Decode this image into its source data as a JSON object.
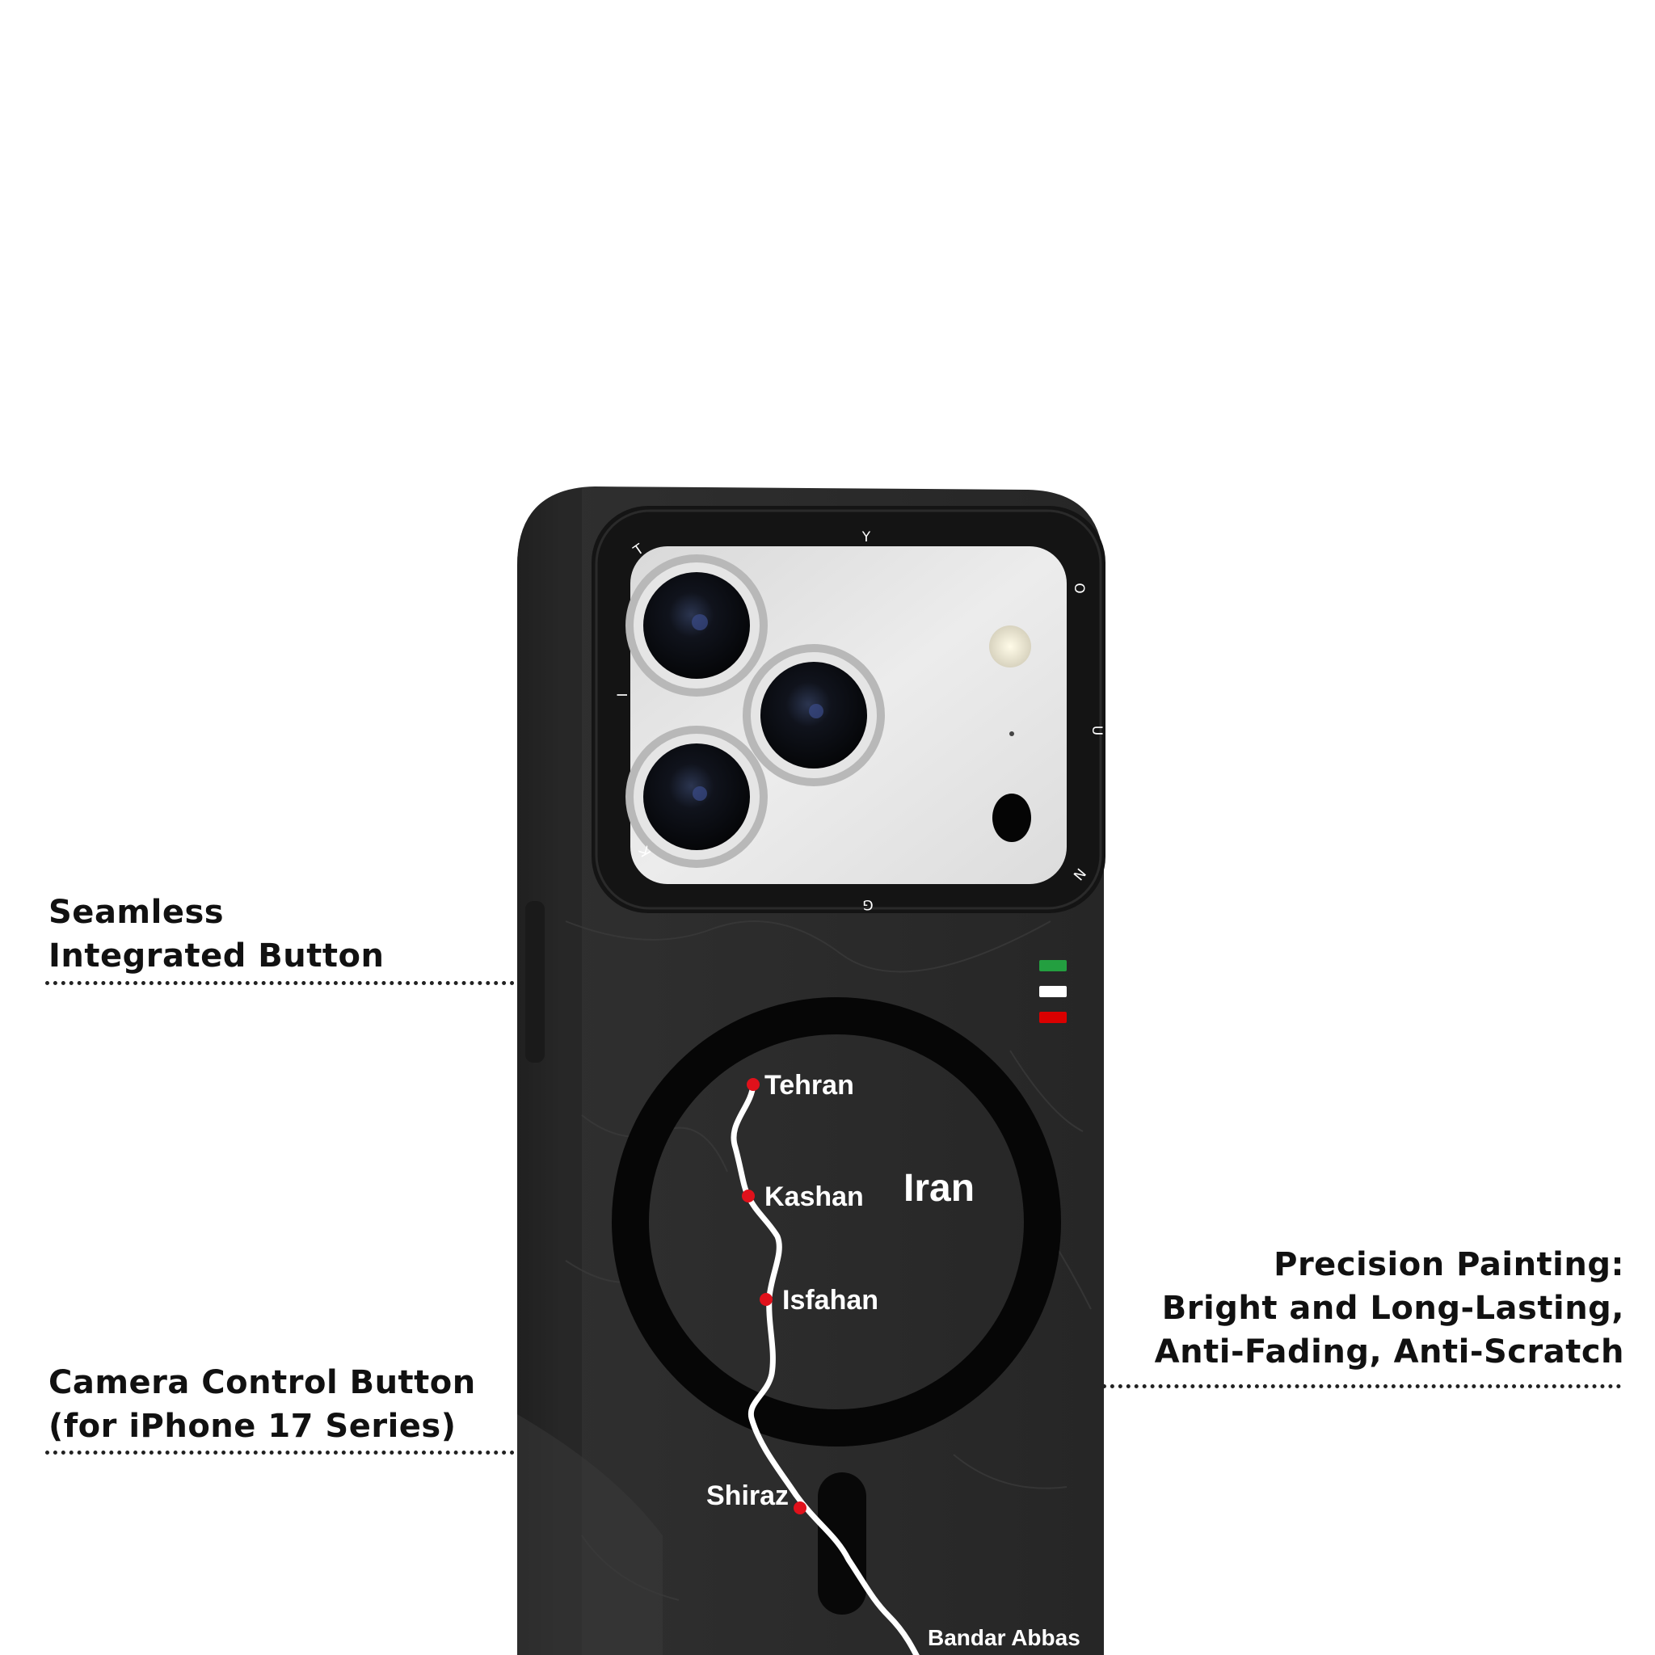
{
  "callouts": {
    "seamless": {
      "line1": "Seamless",
      "line2": "Integrated Button"
    },
    "camera_control": {
      "line1": "Camera Control Button",
      "line2": "(for iPhone 17 Series)"
    },
    "precision": {
      "line1": "Precision Painting:",
      "line2": "Bright and Long-Lasting,",
      "line3": "Anti-Fading, Anti-Scratch"
    }
  },
  "lens_ring_letters": {
    "top": "Y",
    "top_left": "T",
    "left": "I",
    "bottom_left": "K",
    "bottom": "G",
    "bottom_right": "N",
    "right": "U",
    "top_right": "O"
  },
  "map": {
    "country": "Iran",
    "cities": {
      "tehran": "Tehran",
      "kashan": "Kashan",
      "isfahan": "Isfahan",
      "shiraz": "Shiraz",
      "bandar_abbas": "Bandar Abbas"
    }
  },
  "colors": {
    "background": "#ffffff",
    "case_body": "#2b2b2b",
    "route_line": "#ffffff",
    "city_dot": "#e0111b",
    "flag_green": "#239f40",
    "flag_white": "#ffffff",
    "flag_red": "#da0000"
  }
}
